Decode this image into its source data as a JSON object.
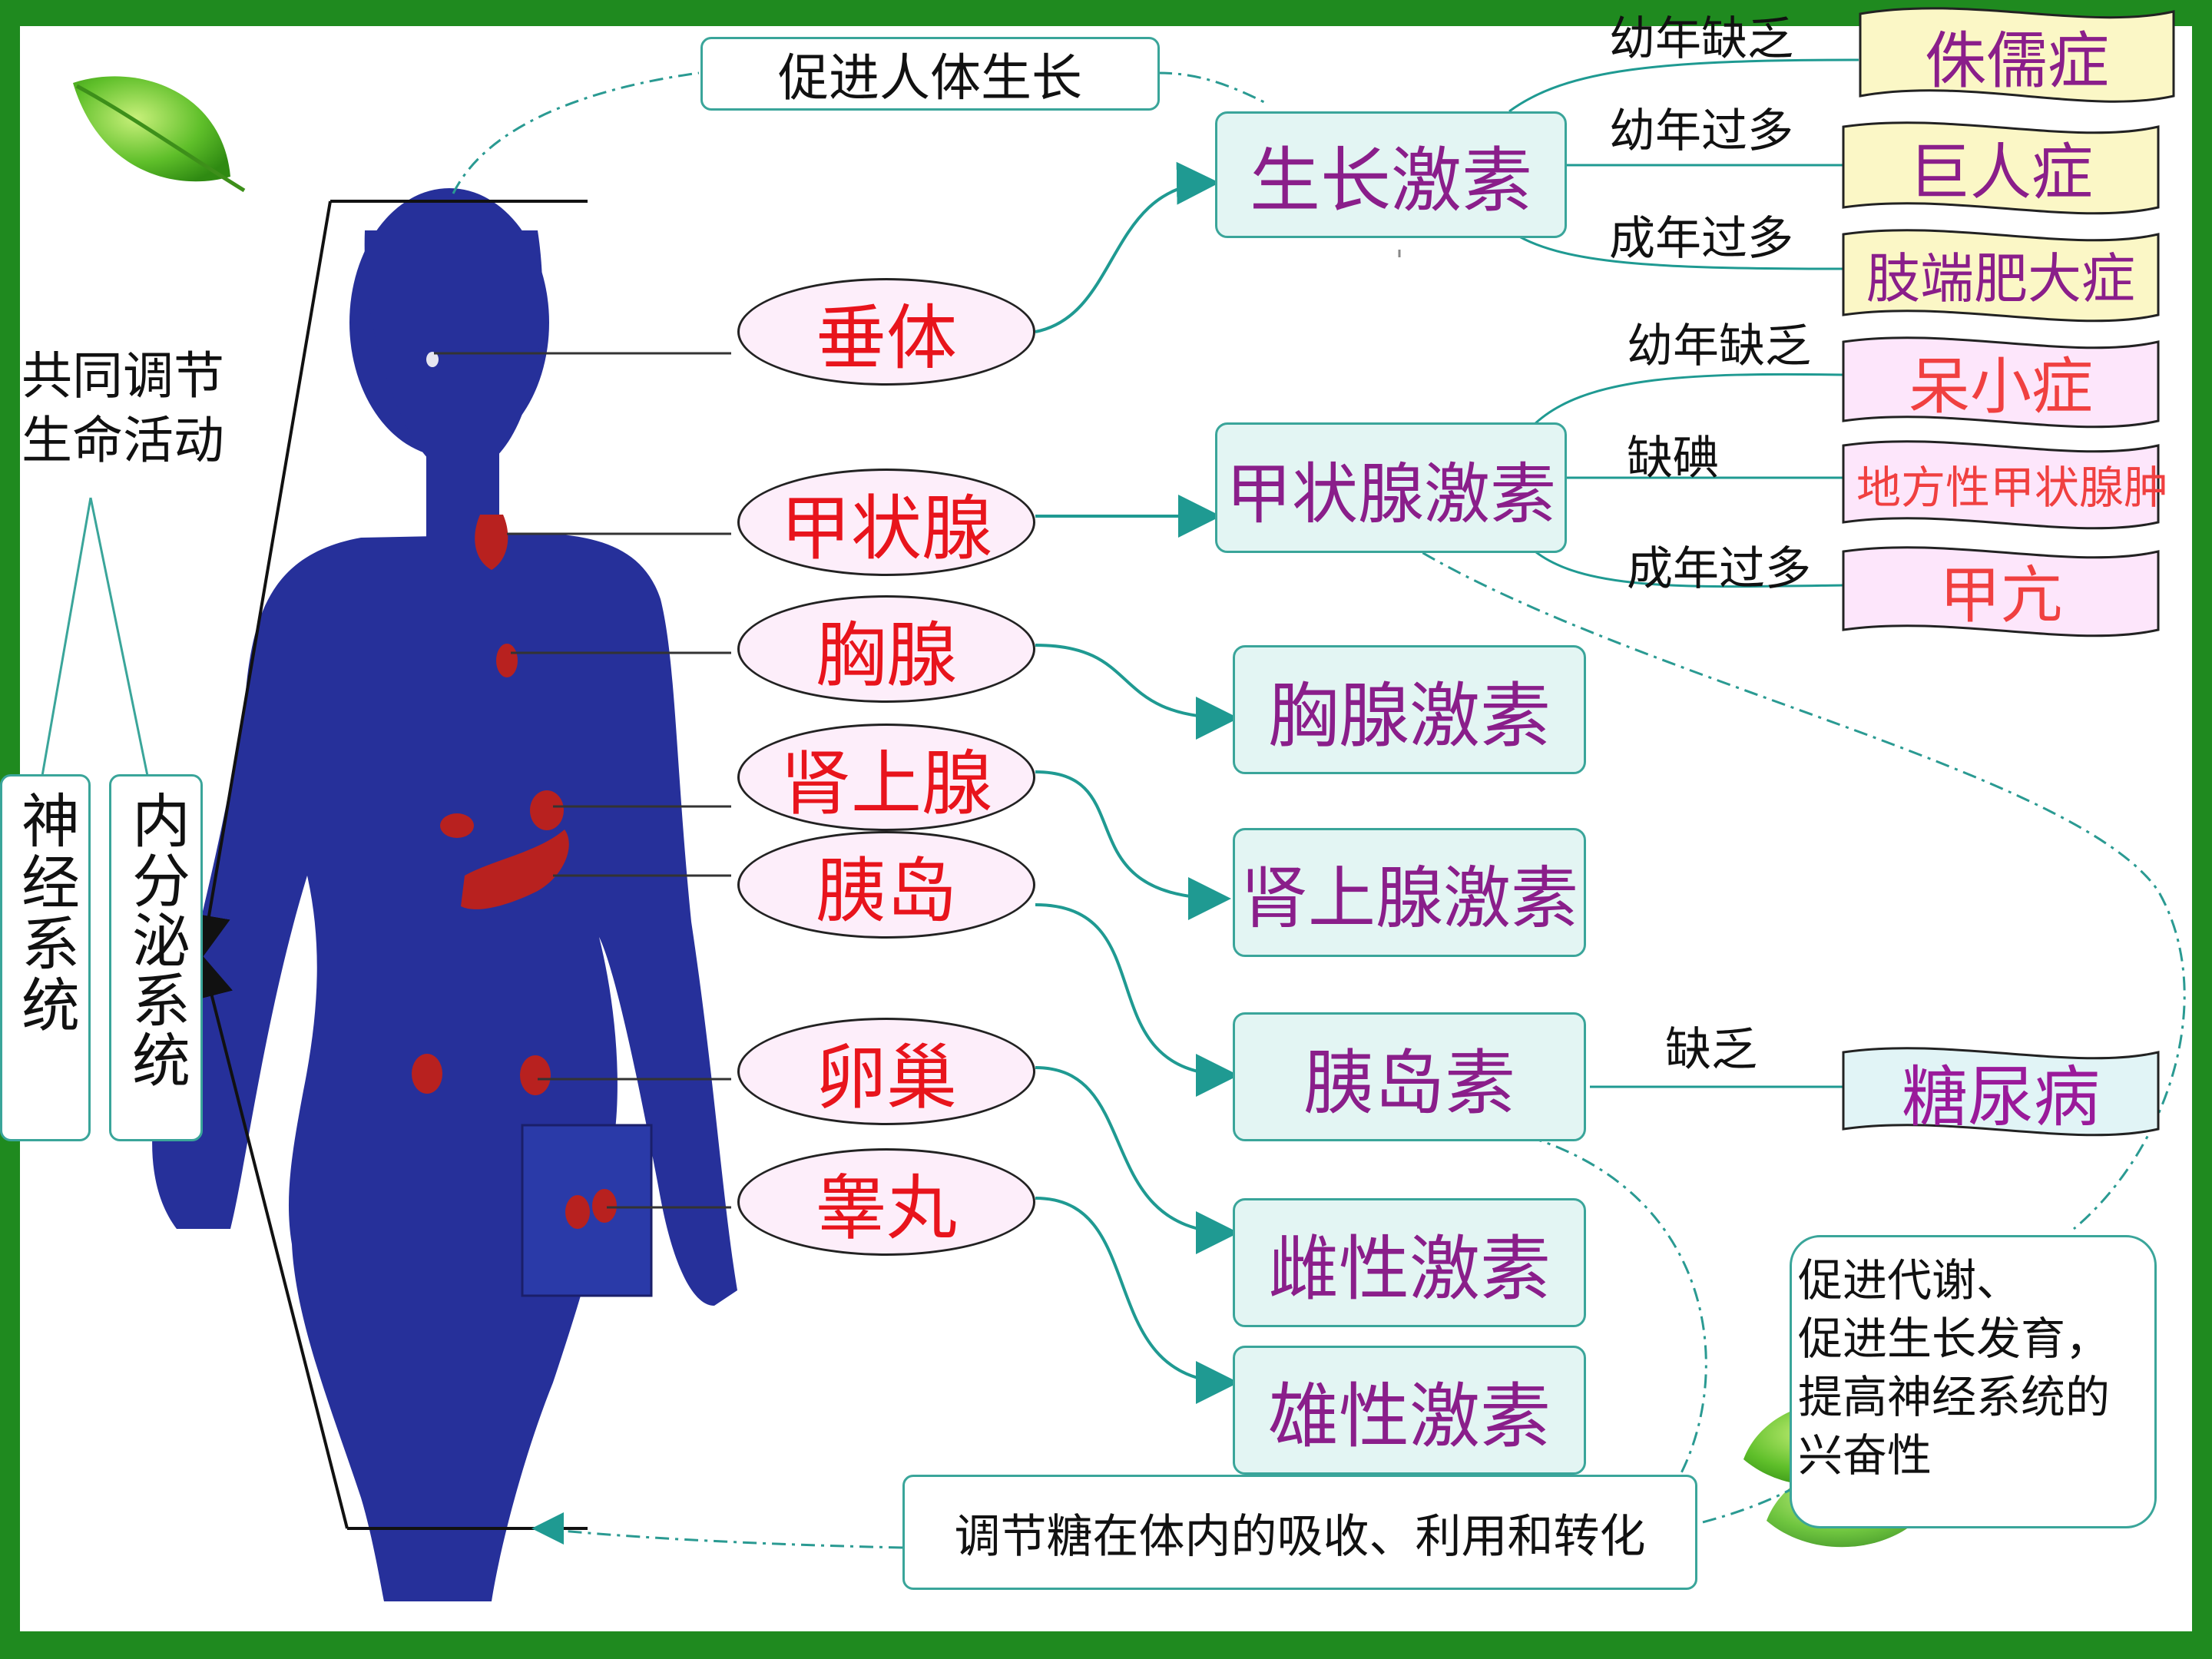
{
  "diagram": {
    "notes": {
      "promote_growth": "促进人体生长",
      "common_regulation_line1": "共同调节",
      "common_regulation_line2": "生命活动",
      "nervous_system": "神经系统",
      "endocrine_system": "内分泌系统",
      "sugar_regulation": "调节糖在体内的吸收、利用和转化",
      "thyroid_effects": "促进代谢、\n促进生长发育，\n提高神经系统的\n兴奋性"
    },
    "glands": {
      "pituitary": "垂体",
      "thyroid": "甲状腺",
      "thymus": "胸腺",
      "adrenal": "肾上腺",
      "pancreatic_islet": "胰岛",
      "ovary": "卵巢",
      "testis": "睾丸"
    },
    "hormones": {
      "growth_hormone": "生长激素",
      "thyroid_hormone": "甲状腺激素",
      "thymosin": "胸腺激素",
      "adrenal_hormone": "肾上腺激素",
      "insulin": "胰岛素",
      "estrogen": "雌性激素",
      "androgen": "雄性激素"
    },
    "conditions": {
      "gh_child_lack": "幼年缺乏",
      "gh_child_excess": "幼年过多",
      "gh_adult_excess": "成年过多",
      "th_child_lack": "幼年缺乏",
      "th_iodine_lack": "缺碘",
      "th_adult_excess": "成年过多",
      "insulin_lack": "缺乏"
    },
    "diseases": {
      "dwarfism": "侏儒症",
      "gigantism": "巨人症",
      "acromegaly": "肢端肥大症",
      "cretinism": "呆小症",
      "goiter": "地方性甲状腺肿",
      "hyperthyroidism": "甲亢",
      "diabetes": "糖尿病"
    },
    "colors": {
      "border_green": "#1f8a1f",
      "body_blue": "#26309a",
      "gland_red": "#e8141c",
      "hormone_purple": "#8a1e8a",
      "connector_teal": "#1f9a92",
      "disease_yellow": "#fbf7c6",
      "disease_pink": "#fde6fb",
      "disease_cyan": "#e1f4f6"
    },
    "icons": [
      "leaf-icon",
      "leaf-icon",
      "human-silhouette"
    ]
  }
}
